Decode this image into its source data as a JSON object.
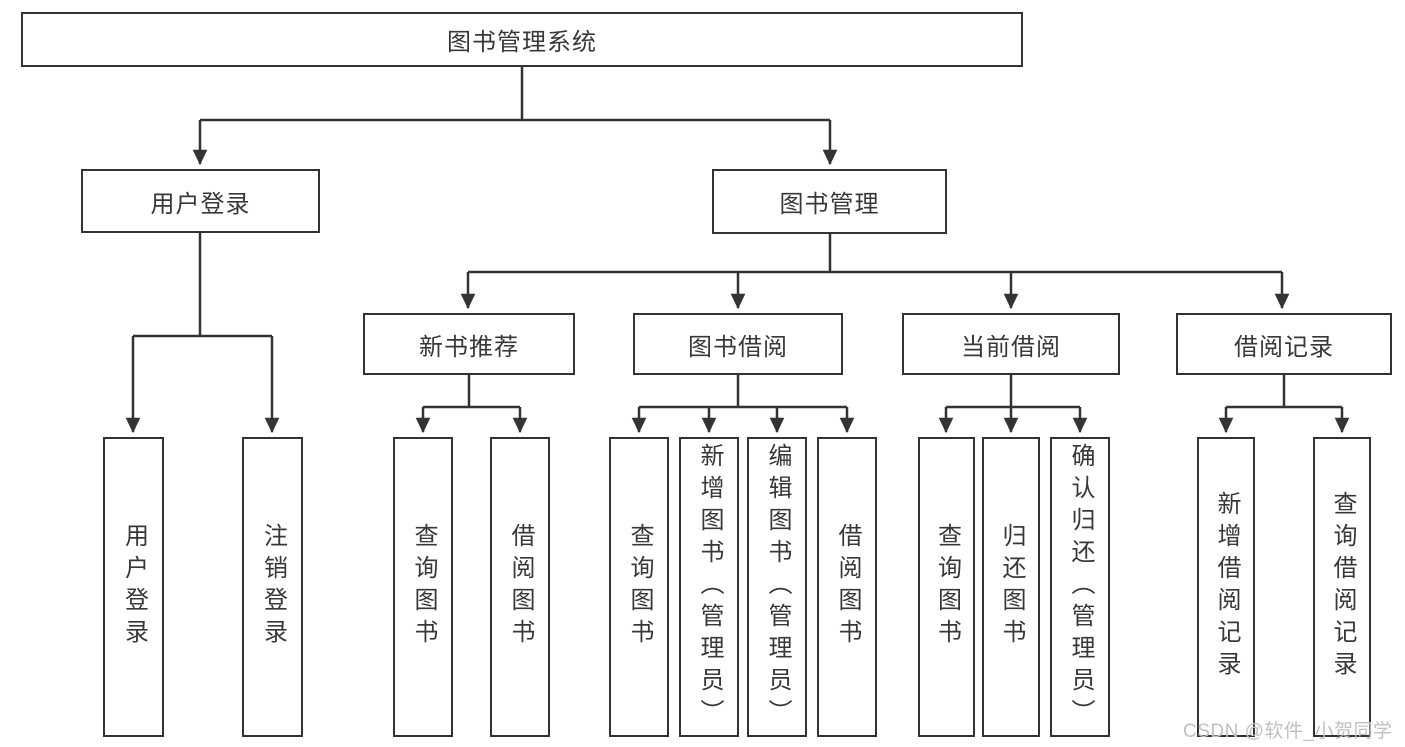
{
  "diagram": {
    "type": "tree",
    "tree": {
      "label": "图书管理系统",
      "children": [
        {
          "label": "用户登录",
          "children": [
            {
              "label": "用户登录"
            },
            {
              "label": "注销登录"
            }
          ]
        },
        {
          "label": "图书管理",
          "children": [
            {
              "label": "新书推荐",
              "children": [
                {
                  "label": "查询图书"
                },
                {
                  "label": "借阅图书"
                }
              ]
            },
            {
              "label": "图书借阅",
              "children": [
                {
                  "label": "查询图书"
                },
                {
                  "label": "新增图书（管理员）"
                },
                {
                  "label": "编辑图书（管理员）"
                },
                {
                  "label": "借阅图书"
                }
              ]
            },
            {
              "label": "当前借阅",
              "children": [
                {
                  "label": "查询图书"
                },
                {
                  "label": "归还图书"
                },
                {
                  "label": "确认归还（管理员）"
                }
              ]
            },
            {
              "label": "借阅记录",
              "children": [
                {
                  "label": "新增借阅记录"
                },
                {
                  "label": "查询借阅记录"
                }
              ]
            }
          ]
        }
      ]
    },
    "watermark": "CSDN @软件_小贺同学",
    "colors": {
      "line": "#333333",
      "box_border": "#333333",
      "text": "#38383b",
      "watermark": "#c1c0c2",
      "background": "#ffffff"
    }
  }
}
